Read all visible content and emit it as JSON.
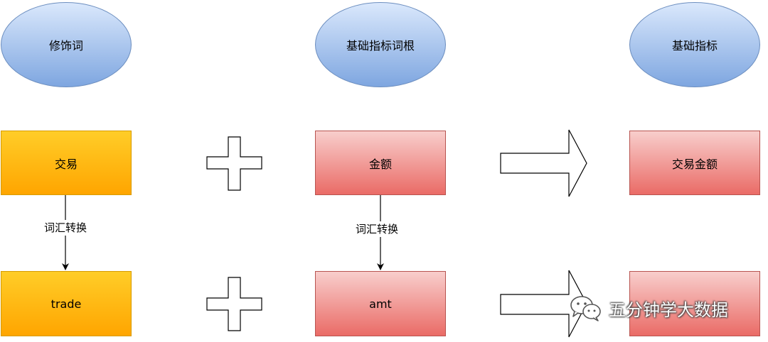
{
  "header": {
    "modifier": "修饰词",
    "base_root": "基础指标词根",
    "base_metric": "基础指标"
  },
  "row1": {
    "left": "交易",
    "middle": "金额",
    "right": "交易金额"
  },
  "row2": {
    "left": "trade",
    "middle": "amt",
    "right": ""
  },
  "edges": {
    "left_label": "词汇转换",
    "middle_label": "词汇转换"
  },
  "watermark": {
    "text": "五分钟学大数据",
    "icon": "wechat-icon"
  },
  "colors": {
    "ellipse_stroke": "#6c8ebf",
    "ellipse_fill_top": "#dae8fc",
    "ellipse_fill_bottom": "#7ea6e0",
    "orange_stroke": "#d79b00",
    "orange_fill_top": "#ffcd28",
    "orange_fill_bottom": "#ffa500",
    "red_stroke": "#b85450",
    "red_fill_top": "#f8cecc",
    "red_fill_bottom": "#ea6b66"
  }
}
